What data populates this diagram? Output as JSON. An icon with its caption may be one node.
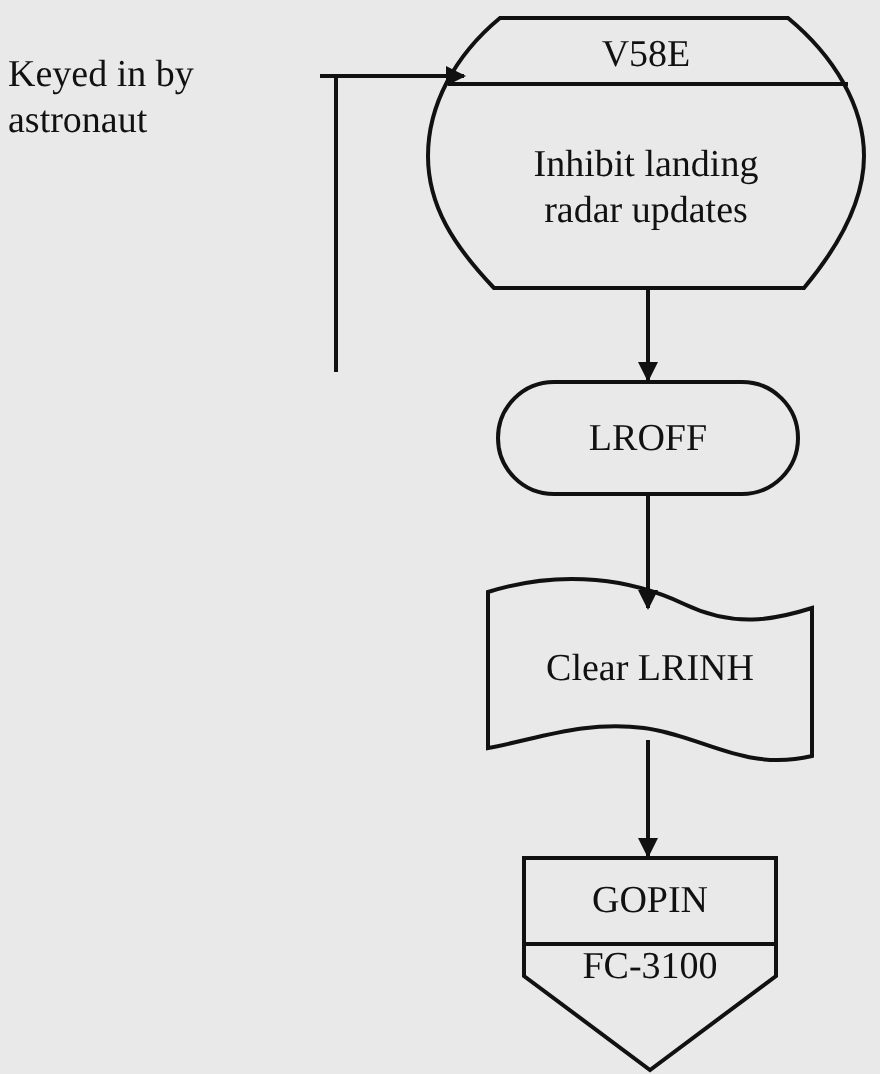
{
  "diagram": {
    "nodes": [
      {
        "text": [
          "Keyed in by astronaut"
        ]
      },
      {
        "text": [
          "V58E",
          "Inhibit landing radar updates"
        ]
      },
      {
        "text": [
          "LROFF"
        ]
      },
      {
        "text": [
          "Clear LRINH"
        ]
      },
      {
        "text": [
          "GOPIN",
          "FC-3100"
        ]
      }
    ],
    "edges": [
      {
        "from": 0,
        "to": 1,
        "arrow": "to"
      },
      {
        "from": 1,
        "to": 2,
        "arrow": "to"
      },
      {
        "from": 2,
        "to": 3,
        "arrow": "to"
      },
      {
        "from": 3,
        "to": 4,
        "arrow": "to"
      }
    ]
  }
}
